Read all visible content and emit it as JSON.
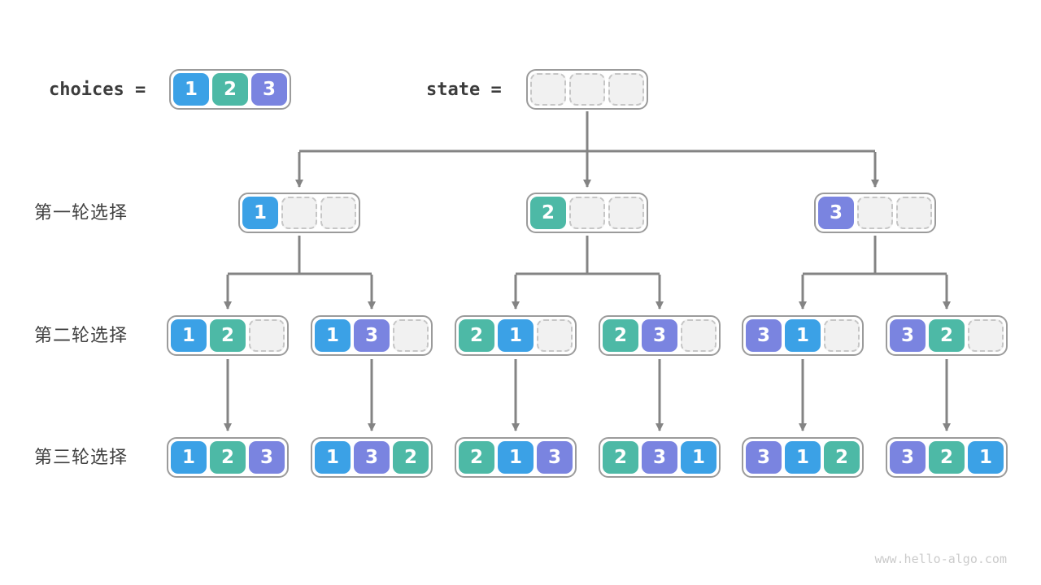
{
  "header": {
    "choices_label": "choices =",
    "state_label": "state =",
    "choices_cells": [
      1,
      2,
      3
    ],
    "state_cells": [
      null,
      null,
      null
    ]
  },
  "rows": [
    {
      "label": "第一轮选择",
      "nodes": [
        [
          1,
          null,
          null
        ],
        [
          2,
          null,
          null
        ],
        [
          3,
          null,
          null
        ]
      ]
    },
    {
      "label": "第二轮选择",
      "nodes": [
        [
          1,
          2,
          null
        ],
        [
          1,
          3,
          null
        ],
        [
          2,
          1,
          null
        ],
        [
          2,
          3,
          null
        ],
        [
          3,
          1,
          null
        ],
        [
          3,
          2,
          null
        ]
      ]
    },
    {
      "label": "第三轮选择",
      "nodes": [
        [
          1,
          2,
          3
        ],
        [
          1,
          3,
          2
        ],
        [
          2,
          1,
          3
        ],
        [
          2,
          3,
          1
        ],
        [
          3,
          1,
          2
        ],
        [
          3,
          2,
          1
        ]
      ]
    }
  ],
  "colors": {
    "1": "#3ba1e6",
    "2": "#4db9a6",
    "3": "#7a84e0",
    "arrow": "#848484",
    "node_border": "#9b9b9b",
    "empty_fill": "#f1f1f1",
    "empty_border": "#c6c6c6",
    "label_text": "#3c3c3c",
    "watermark": "#cbcbcb"
  },
  "watermark": "www.hello-algo.com"
}
